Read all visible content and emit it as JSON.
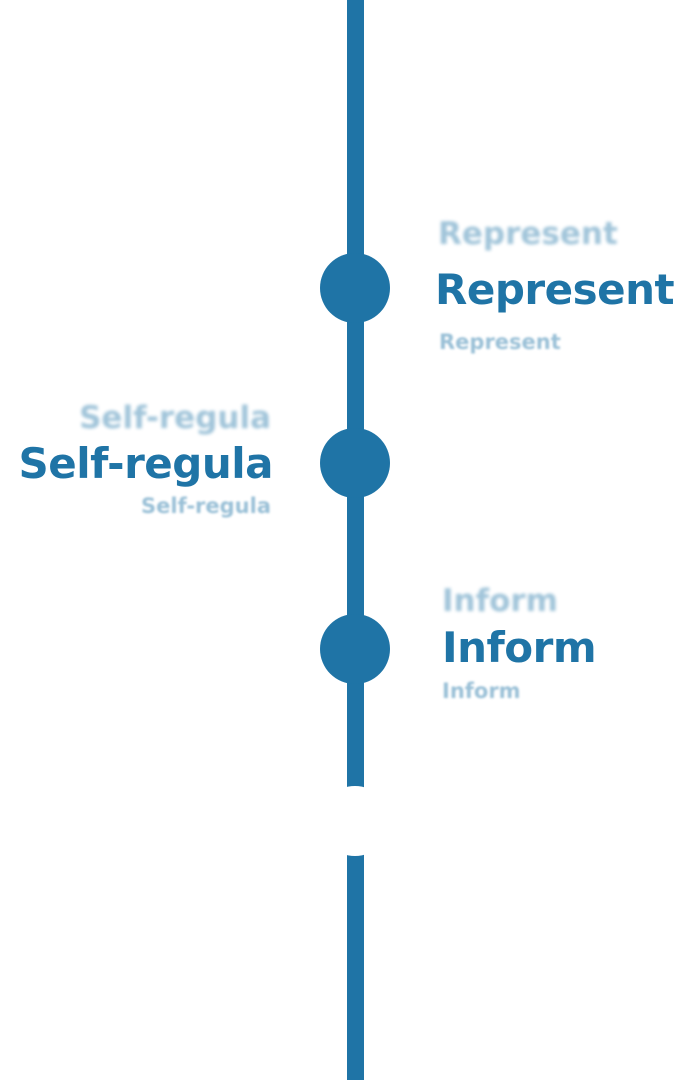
{
  "colors": {
    "accent": "#1f74a6",
    "background": "#ffffff"
  },
  "timeline": {
    "items": [
      {
        "label": "Represent",
        "side": "right"
      },
      {
        "label": "Self-regula",
        "side": "left"
      },
      {
        "label": "Inform",
        "side": "right"
      }
    ]
  }
}
